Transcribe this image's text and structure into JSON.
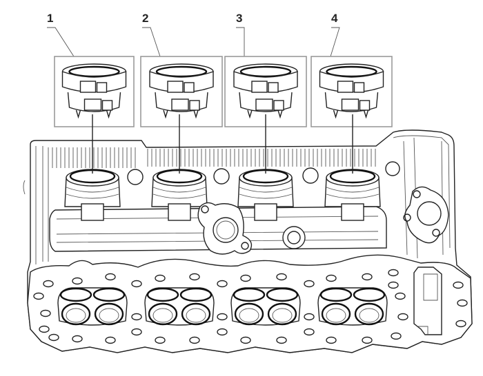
{
  "figure": {
    "subject": "cylinder-head",
    "callouts": [
      {
        "number": "1"
      },
      {
        "number": "2"
      },
      {
        "number": "3"
      },
      {
        "number": "4"
      }
    ]
  },
  "colors": {
    "line": "#222222",
    "box": "#999999",
    "background": "#ffffff"
  }
}
